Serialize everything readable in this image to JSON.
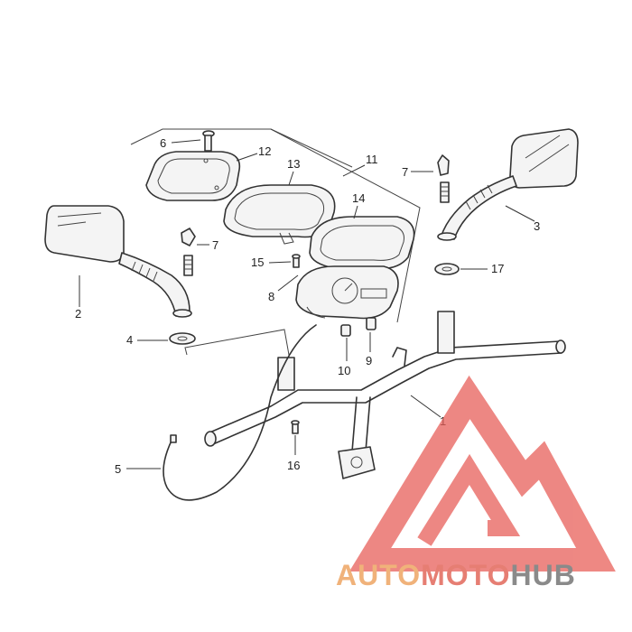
{
  "callouts": {
    "c1": "1",
    "c2": "2",
    "c3": "3",
    "c4": "4",
    "c5": "5",
    "c6": "6",
    "c7a": "7",
    "c7b": "7",
    "c8": "8",
    "c9": "9",
    "c10": "10",
    "c11": "11",
    "c12": "12",
    "c13": "13",
    "c14": "14",
    "c15": "15",
    "c16": "16",
    "c17": "17"
  },
  "watermark": {
    "part1": "AUTO",
    "part2": "MOTO",
    "part3": "HUB",
    "color_part1": "#f0b27a",
    "color_part2": "#e67e73",
    "color_part3": "#8a8a8a",
    "logo_color": "#e8605a"
  }
}
